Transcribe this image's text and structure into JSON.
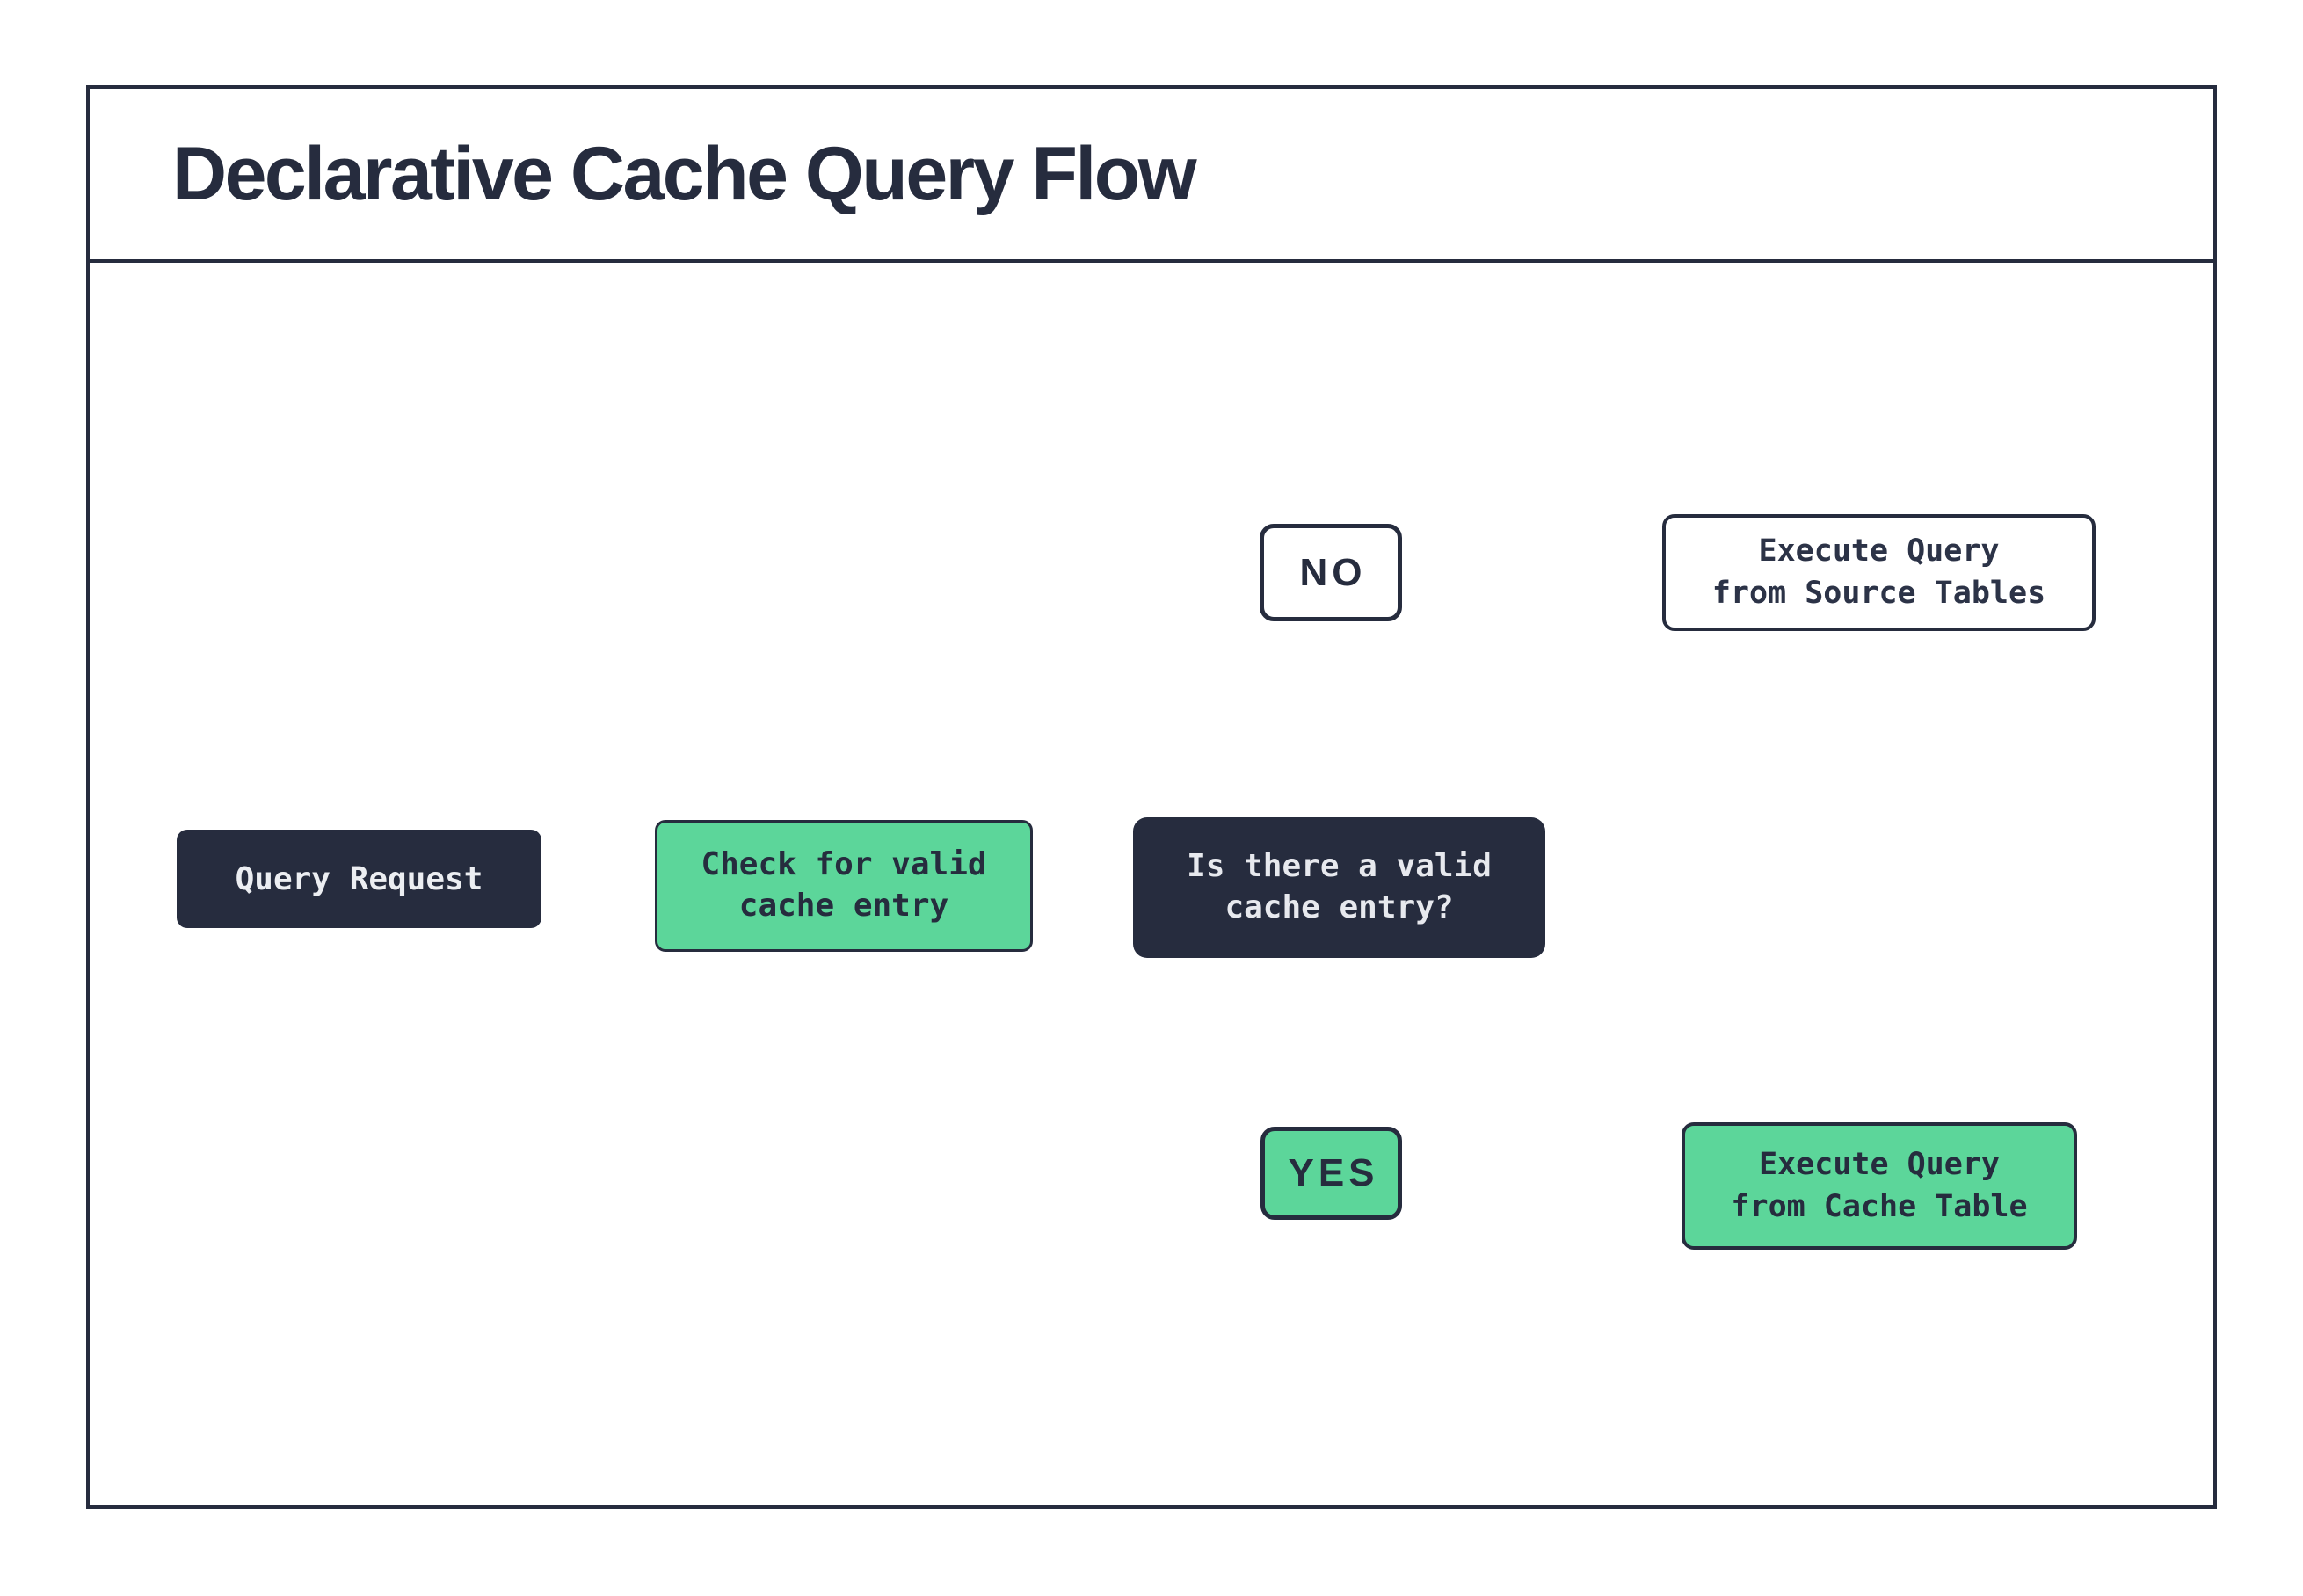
{
  "title": "Declarative Cache Query Flow",
  "colors": {
    "ink": "#262c3e",
    "accent_green": "#5cd69a",
    "node_dark_bg": "#262c3e",
    "node_dark_text": "#eceef2",
    "canvas_bg": "#ffffff"
  },
  "nodes": {
    "query_request": {
      "label": "Query Request"
    },
    "check_cache": {
      "line1": "Check for valid",
      "line2": "cache entry"
    },
    "decision": {
      "line1": "Is there a valid",
      "line2": "cache entry?"
    },
    "source_db_action": {
      "line1": "Execute Query",
      "line2": "from Source Tables"
    },
    "cache_db_action": {
      "line1": "Execute Query",
      "line2": "from Cache Table"
    }
  },
  "branches": {
    "no": {
      "label": "NO"
    },
    "yes": {
      "label": "YES"
    }
  }
}
